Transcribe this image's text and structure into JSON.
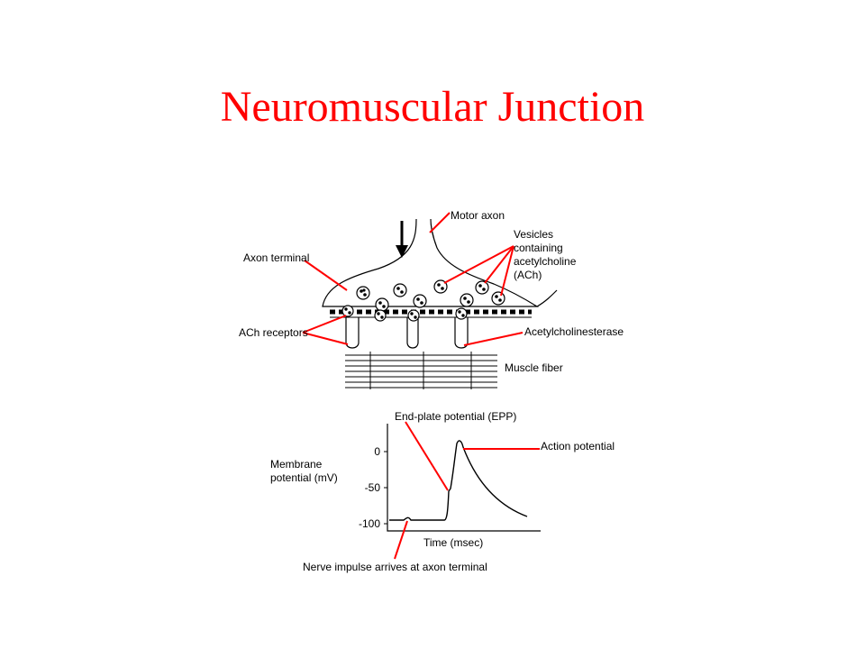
{
  "title": "Neuromuscular Junction",
  "colors": {
    "title": "#ff0000",
    "leader_line": "#ff0000",
    "drawing": "#000000"
  },
  "labels": {
    "motor_axon": "Motor axon",
    "vesicles": [
      "Vesicles",
      "containing",
      "acetylcholine",
      "(ACh)"
    ],
    "axon_terminal": "Axon terminal",
    "ach_receptors": "ACh receptors",
    "acetylcholinesterase": "Acetylcholinesterase",
    "muscle_fiber": "Muscle fiber",
    "epp": "End-plate potential (EPP)",
    "action_potential": "Action potential",
    "membrane_potential": [
      "Membrane",
      "potential (mV)"
    ],
    "time_axis": "Time (msec)",
    "nerve_impulse": "Nerve impulse arrives at axon terminal"
  },
  "graph": {
    "ticks": [
      "0",
      "-50",
      "-100"
    ]
  }
}
